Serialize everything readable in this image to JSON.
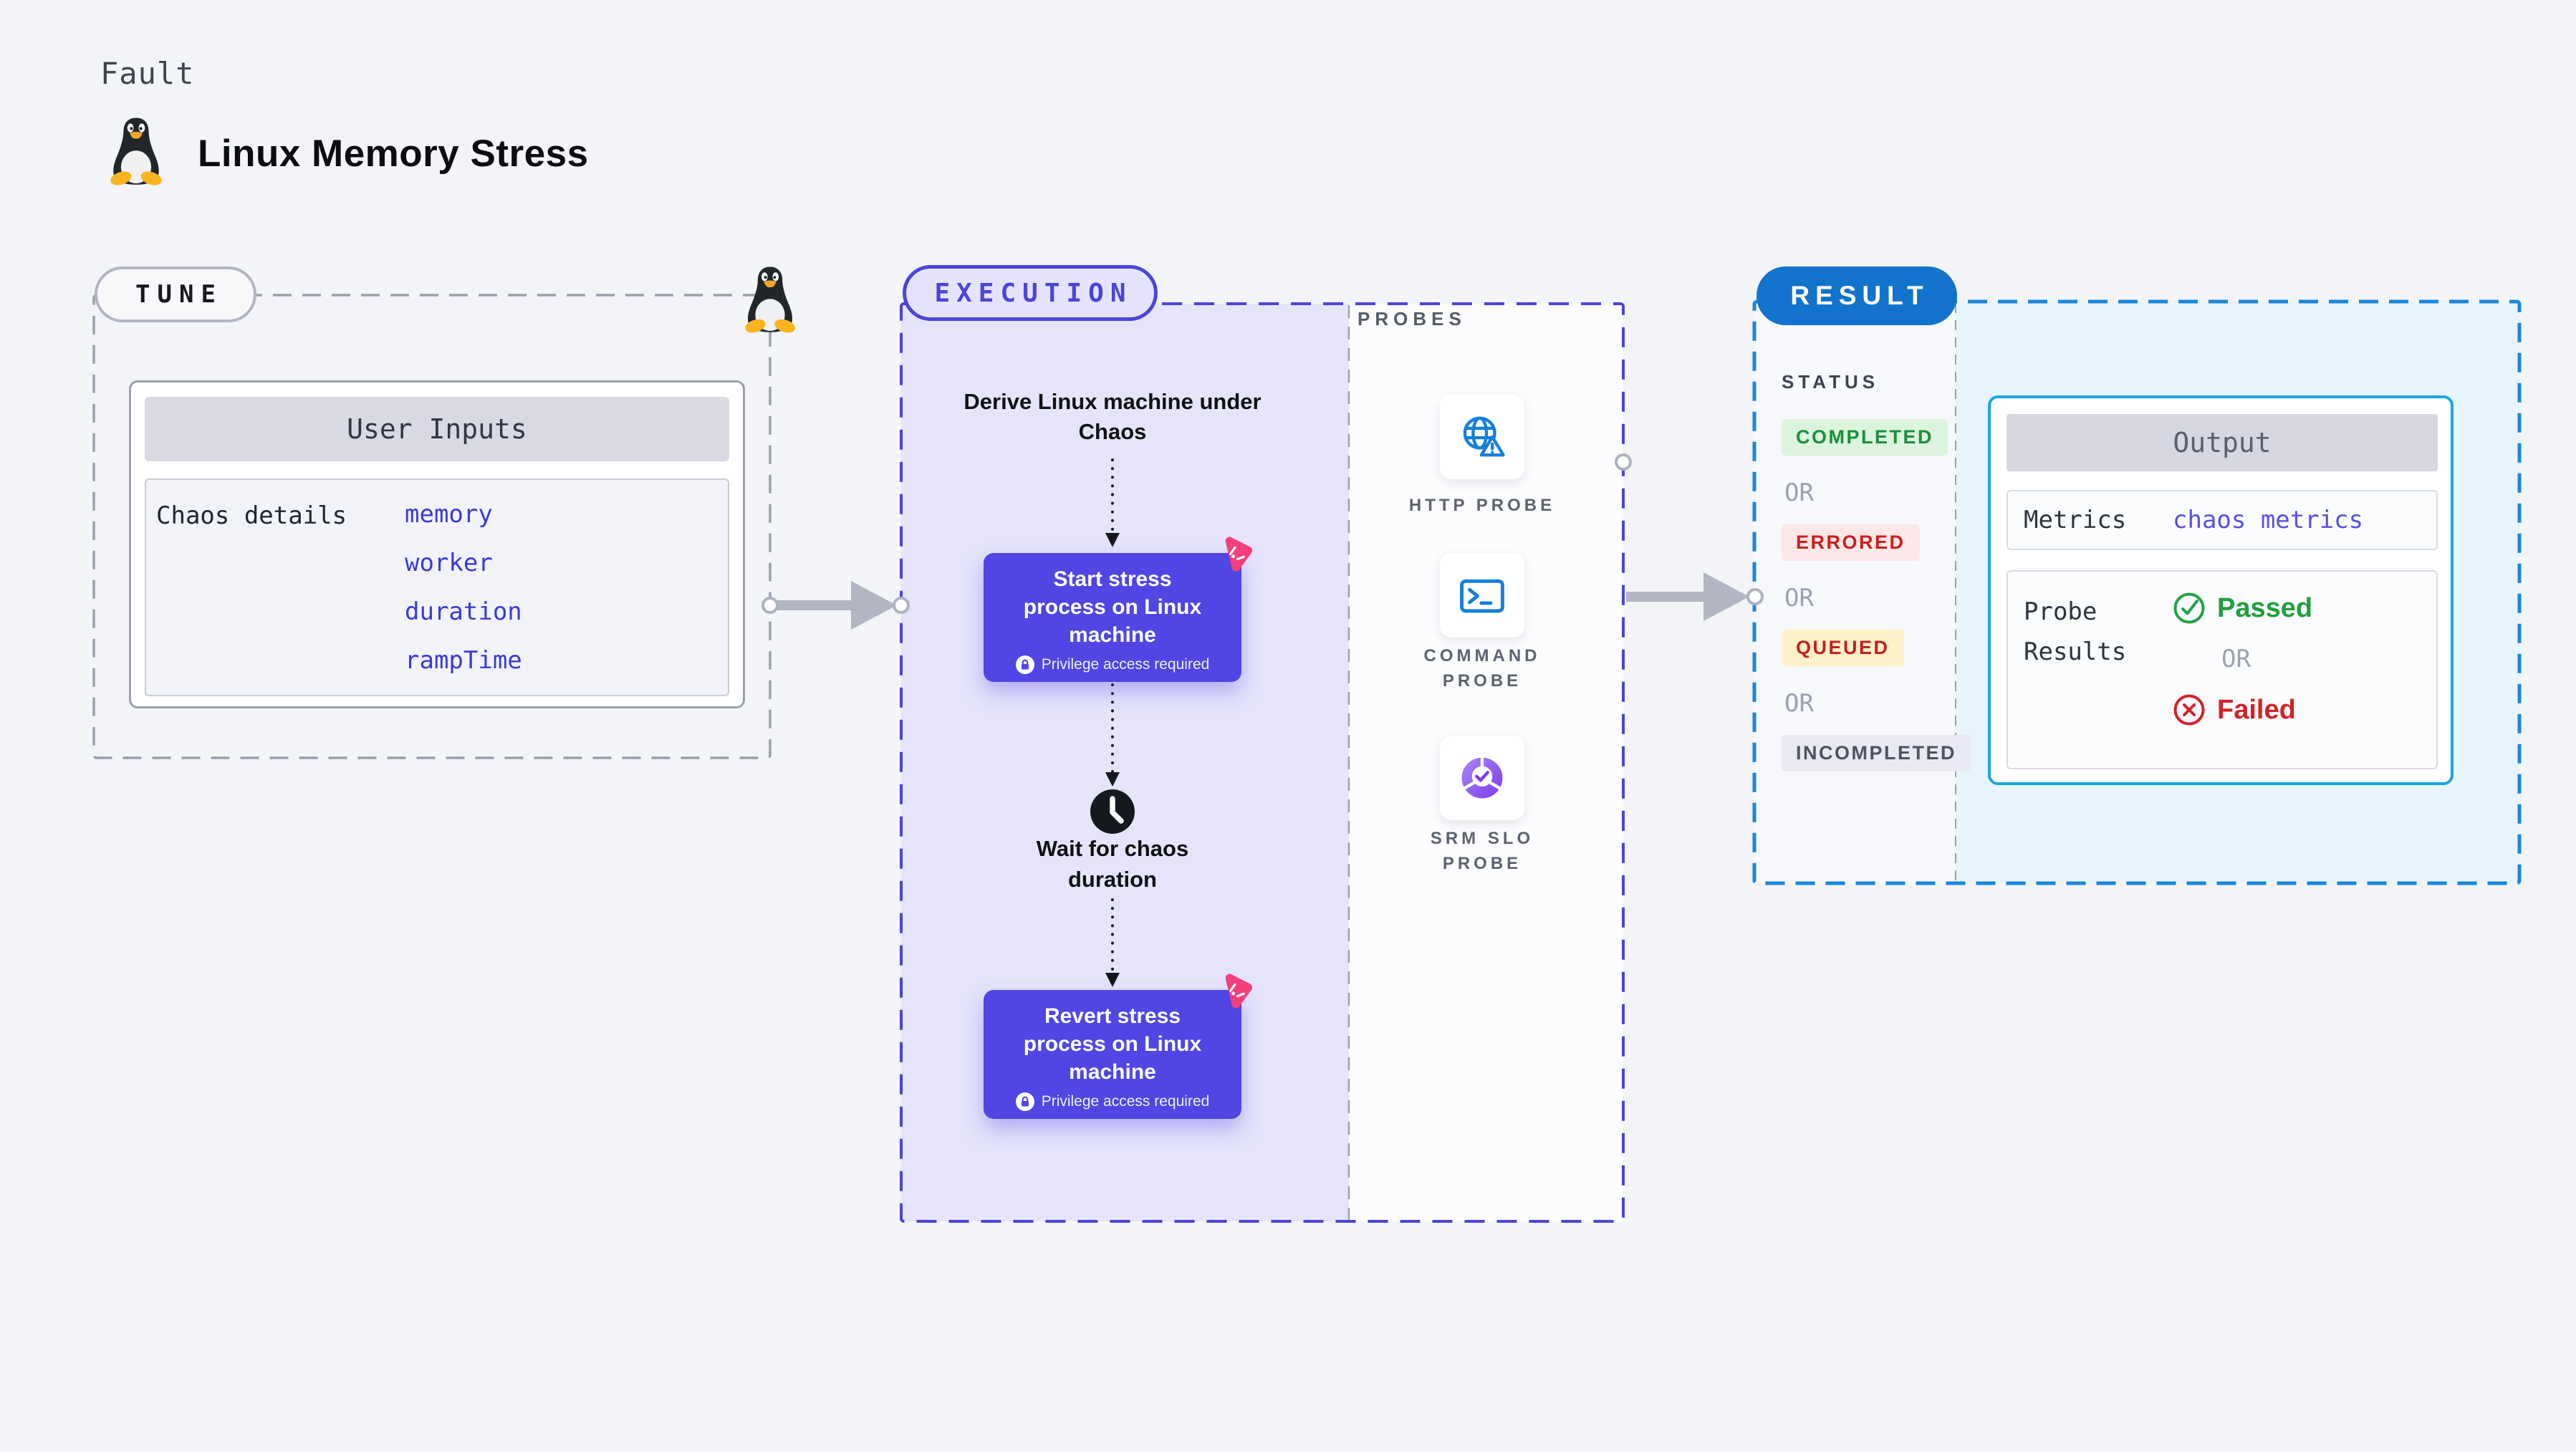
{
  "header": {
    "kicker": "Fault",
    "title": "Linux Memory Stress"
  },
  "tune": {
    "label": "TUNE",
    "card_header": "User Inputs",
    "row_label": "Chaos details",
    "inputs": [
      "memory",
      "worker",
      "duration",
      "rampTime"
    ]
  },
  "execution": {
    "label": "EXECUTION",
    "derive_text": "Derive Linux machine under Chaos",
    "wait_text": "Wait for chaos duration",
    "start_node": {
      "title": "Start stress process on Linux machine",
      "note": "Privilege access required"
    },
    "revert_node": {
      "title": "Revert stress process on Linux machine",
      "note": "Privilege access required"
    }
  },
  "probes": {
    "label": "PROBES",
    "items": [
      {
        "label": "HTTP PROBE"
      },
      {
        "label": "COMMAND PROBE"
      },
      {
        "label": "SRM SLO PROBE"
      }
    ]
  },
  "result": {
    "label": "RESULT",
    "status_label": "STATUS",
    "or_label": "OR",
    "statuses": [
      "COMPLETED",
      "ERRORED",
      "QUEUED",
      "INCOMPLETED"
    ],
    "output": {
      "header": "Output",
      "metrics_label": "Metrics",
      "metrics_value": "chaos metrics",
      "probe_results_label": "Probe Results",
      "passed_label": "Passed",
      "failed_label": "Failed"
    }
  },
  "colors": {
    "page_bg": "#f3f4f7",
    "node_indigo": "#4f46e3",
    "execution_accent": "#4a45d8",
    "execution_bg": "#e5e4fb",
    "result_accent": "#1b86d8",
    "result_pill_bg": "#1173cc",
    "result_bg": "#e7f4fb",
    "tune_border_gray": "#99a0ab",
    "pink_badge": "#f43f7d",
    "probe_icon_blue": "#177fd9",
    "srm_purple": "#7c3aed",
    "completed_green": "#1b8f3c",
    "errored_red": "#ca1f1f",
    "queued_red": "#c12121",
    "incompleted_gray": "#4c5361",
    "passed_green": "#1f9f3b",
    "failed_red": "#d32227",
    "metrics_link_indigo": "#584fe8"
  }
}
